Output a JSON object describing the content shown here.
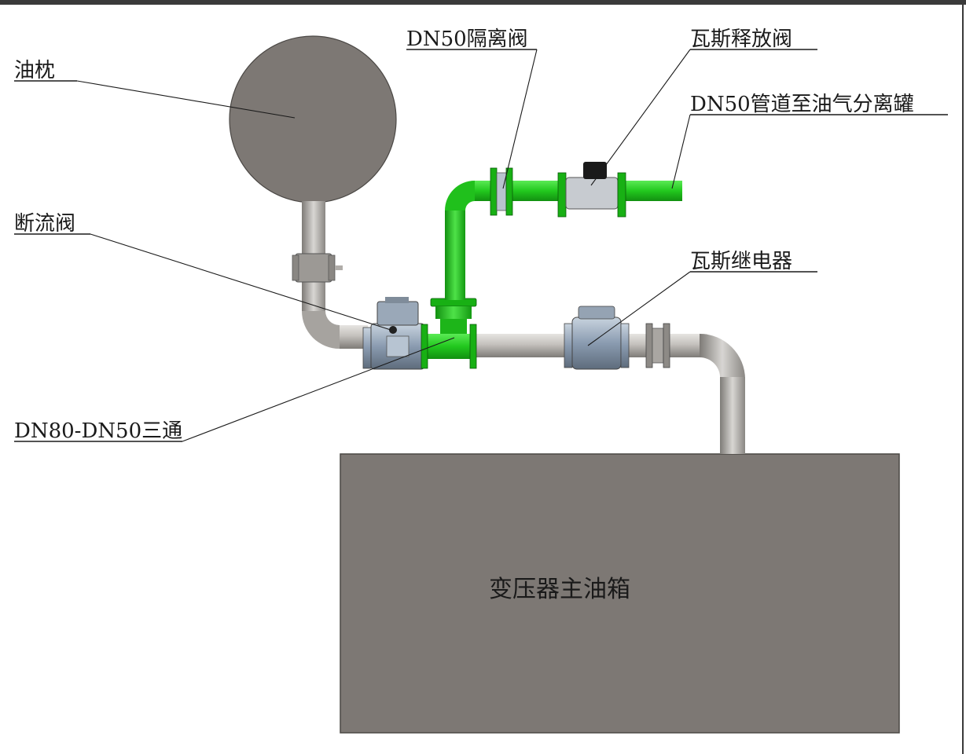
{
  "labels": {
    "oil_conservator": "油枕",
    "isolation_valve": "DN50隔离阀",
    "gas_release_valve": "瓦斯释放阀",
    "pipe_to_separator": "DN50管道至油气分离罐",
    "shutoff_valve": "断流阀",
    "gas_relay": "瓦斯继电器",
    "tee": "DN80-DN50三通",
    "main_tank": "变压器主油箱"
  },
  "colors": {
    "steel_pipe": "#b9b6b2",
    "green_pipe": "#22c81e",
    "tank": "#7d7874",
    "conservator": "#7d7874",
    "valve_body": "#8a9bb0"
  }
}
